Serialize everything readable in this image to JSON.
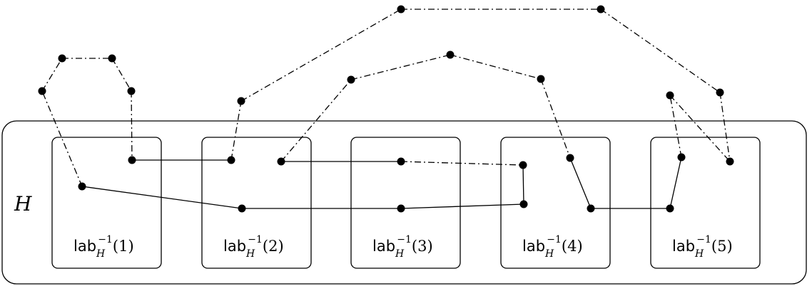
{
  "graph_label": "H",
  "partitions": [
    {
      "id": 1,
      "prefix": "lab",
      "subscript": "H",
      "superscript": "−1",
      "arg": "(1)"
    },
    {
      "id": 2,
      "prefix": "lab",
      "subscript": "H",
      "superscript": "−1",
      "arg": "(2)"
    },
    {
      "id": 3,
      "prefix": "lab",
      "subscript": "H",
      "superscript": "−1",
      "arg": "(3)"
    },
    {
      "id": 4,
      "prefix": "lab",
      "subscript": "H",
      "superscript": "−1",
      "arg": "(4)"
    },
    {
      "id": 5,
      "prefix": "lab",
      "subscript": "H",
      "superscript": "−1",
      "arg": "(5)"
    }
  ],
  "colors": {
    "stroke": "#000000",
    "vertex": "#000000",
    "background": "#ffffff"
  }
}
